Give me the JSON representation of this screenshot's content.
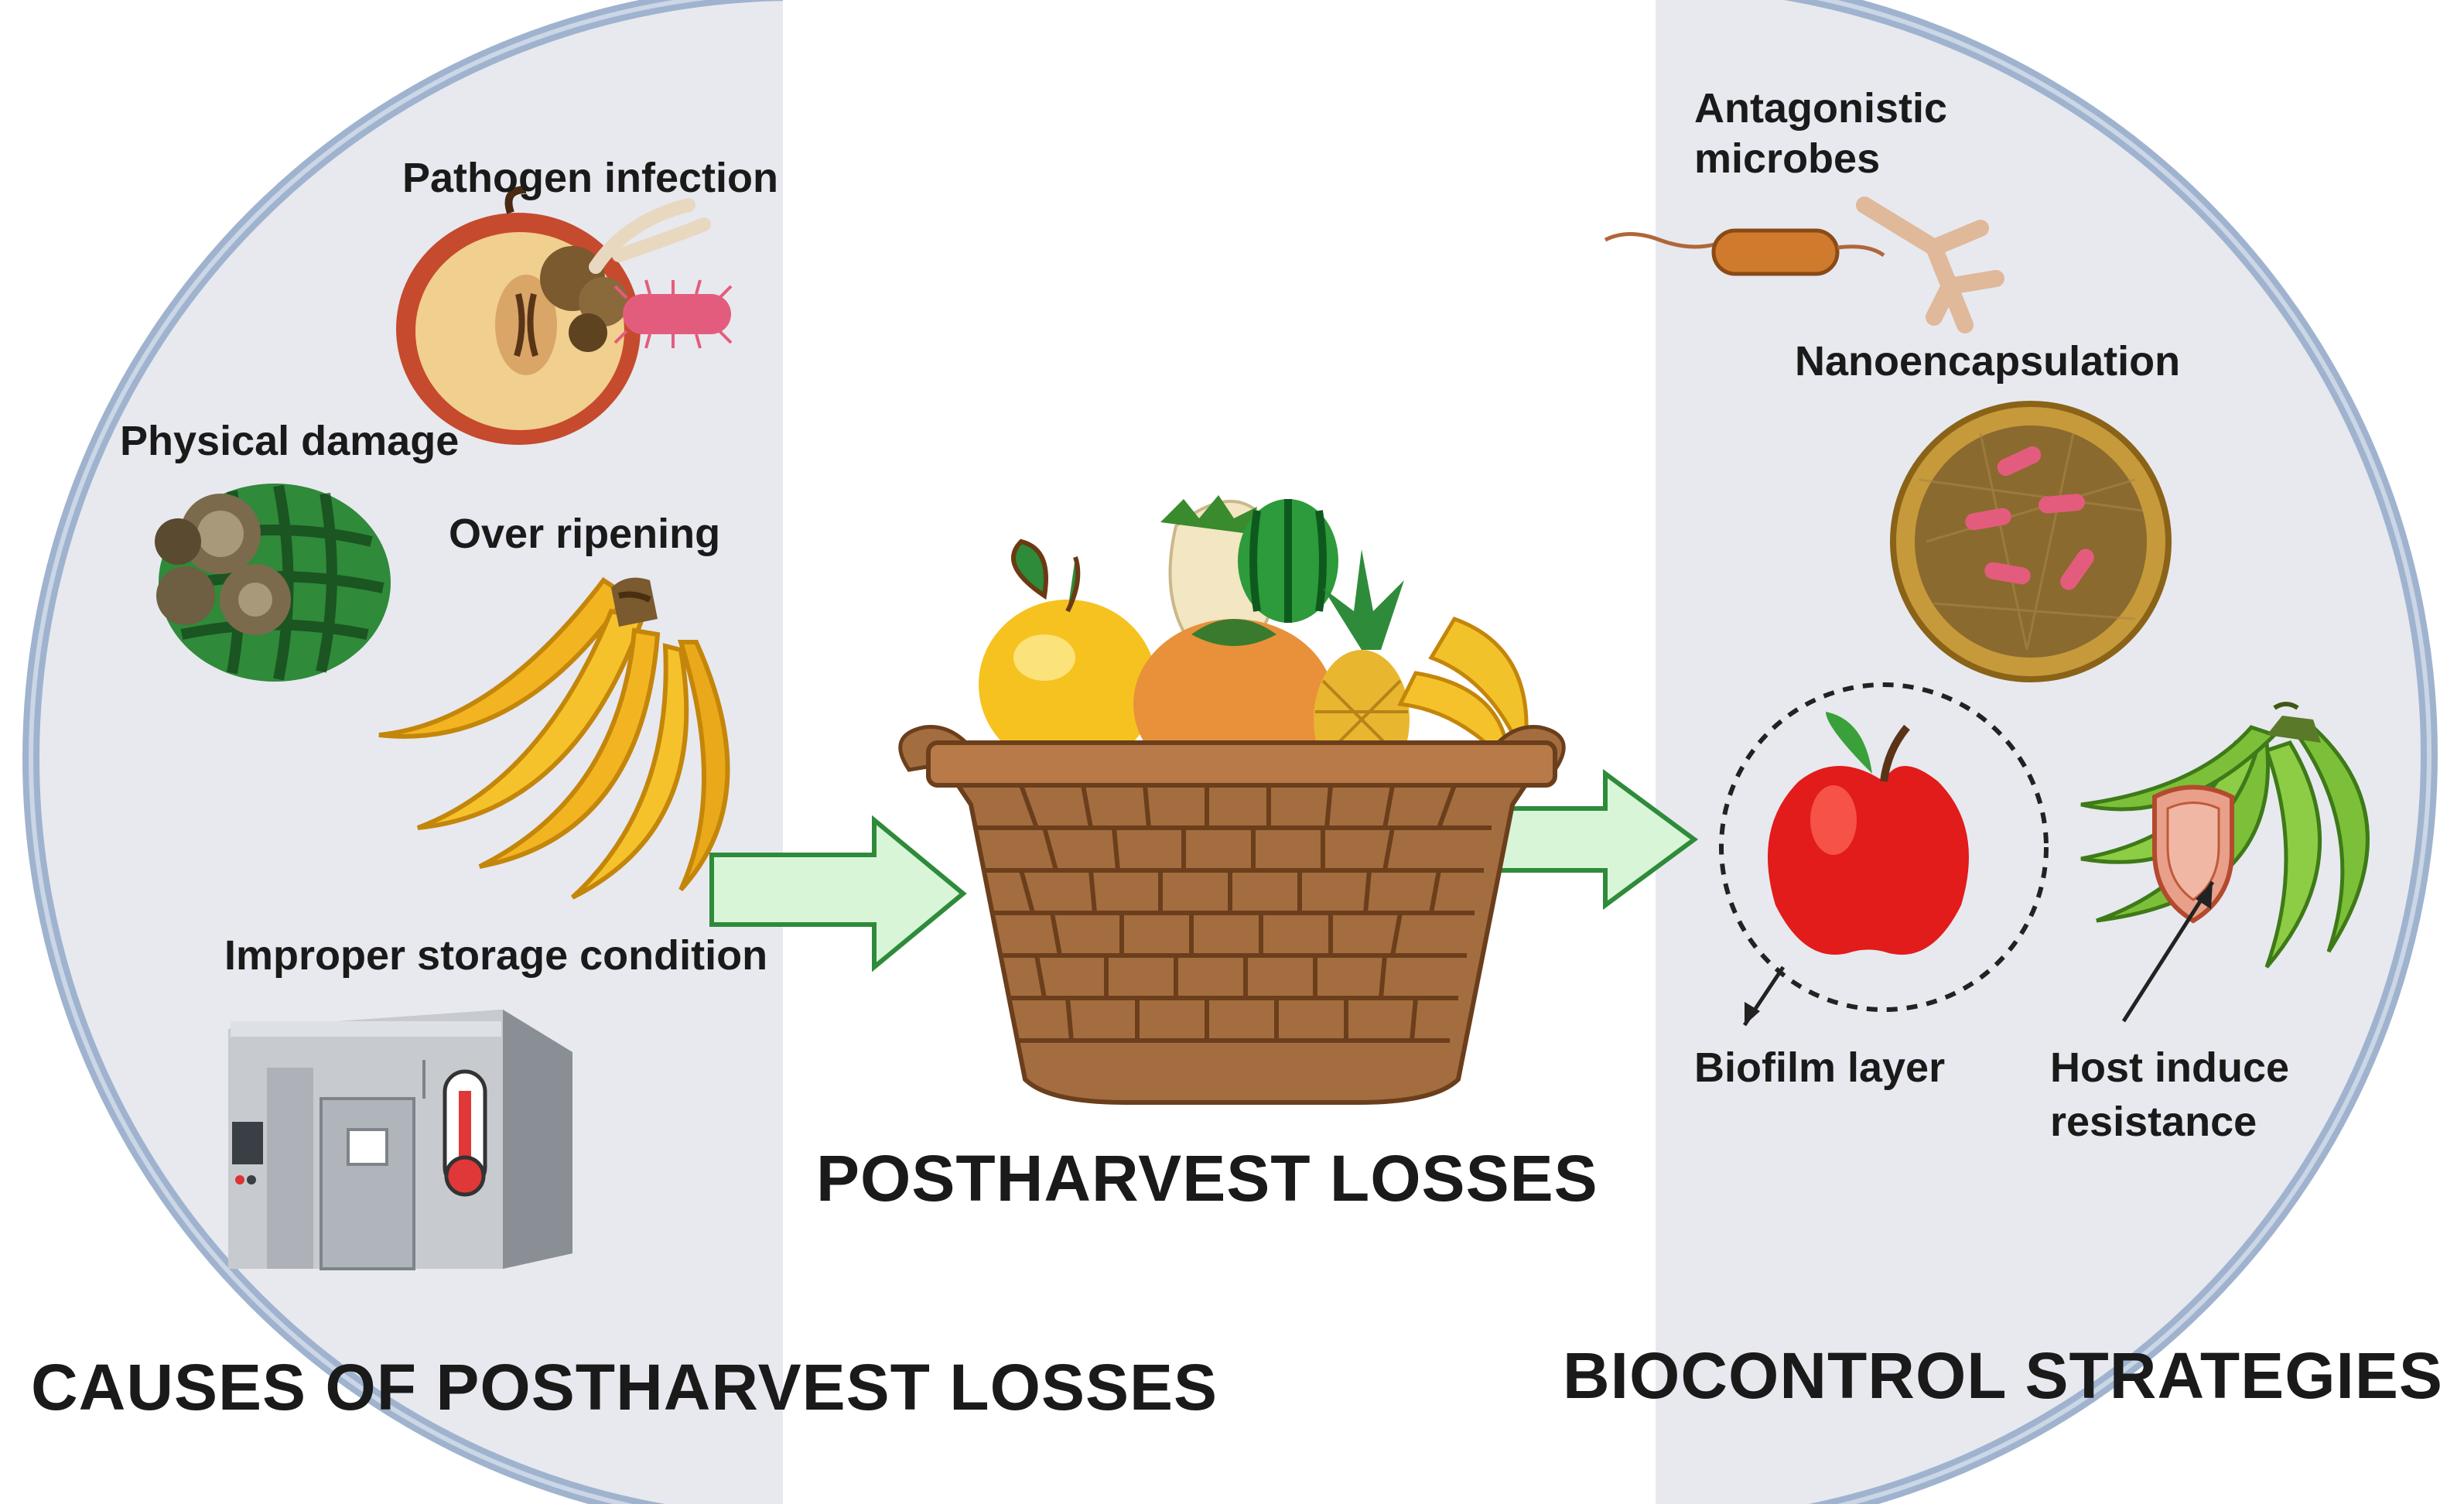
{
  "colors": {
    "panel_fill": "#e7e9ef",
    "panel_border": "#9fb3cf",
    "arrow_fill": "#d8f5d8",
    "arrow_stroke": "#2e8b3a",
    "basket": "#a46d3f"
  },
  "left_panel": {
    "title": "CAUSES OF POSTHARVEST LOSSES",
    "items": {
      "pathogen": "Pathogen infection",
      "physical": "Physical damage",
      "ripening": "Over ripening",
      "storage": "Improper storage condition"
    }
  },
  "center": {
    "title": "POSTHARVEST LOSSES"
  },
  "right_panel": {
    "title": "BIOCONTROL STRATEGIES",
    "items": {
      "antagonistic_line1": "Antagonistic",
      "antagonistic_line2": "microbes",
      "nano": "Nanoencapsulation",
      "biofilm": "Biofilm layer",
      "host_line1": "Host induce",
      "host_line2": "resistance"
    }
  }
}
